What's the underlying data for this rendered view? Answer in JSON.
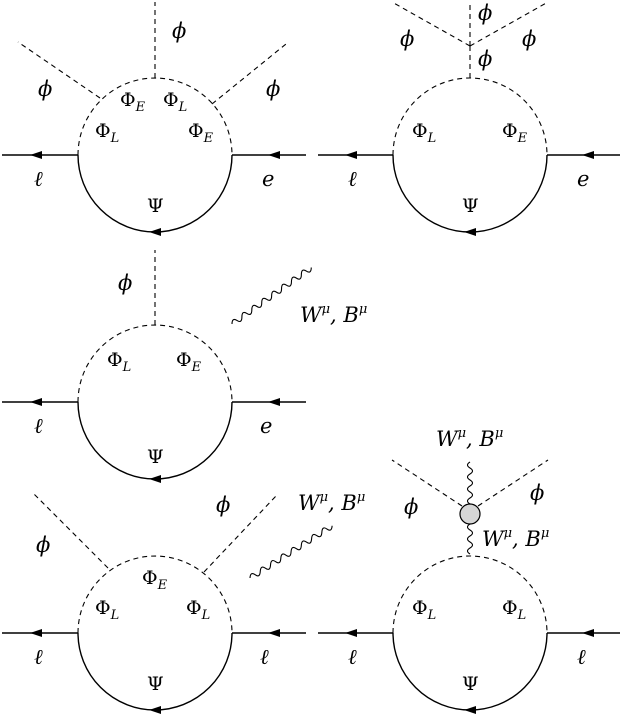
{
  "diagrams": [
    {
      "id": "d1",
      "labels": {
        "scalar_top": "ϕ",
        "scalar_left": "ϕ",
        "scalar_right": "ϕ",
        "loop_tl": "Φ",
        "loop_tl_sub": "E",
        "loop_tr": "Φ",
        "loop_tr_sub": "L",
        "loop_l": "Φ",
        "loop_l_sub": "L",
        "loop_r": "Φ",
        "loop_r_sub": "E",
        "fermion_loop": "Ψ",
        "ext_left": "ℓ",
        "ext_right": "e"
      }
    },
    {
      "id": "d2",
      "labels": {
        "scalar_a": "ϕ",
        "scalar_b": "ϕ",
        "scalar_c": "ϕ",
        "scalar_d": "ϕ",
        "loop_l": "Φ",
        "loop_l_sub": "L",
        "loop_r": "Φ",
        "loop_r_sub": "E",
        "fermion_loop": "Ψ",
        "ext_left": "ℓ",
        "ext_right": "e"
      }
    },
    {
      "id": "d3",
      "labels": {
        "scalar_top": "ϕ",
        "gauge": "W",
        "gauge_sup": "μ",
        "gauge_sep": ", ",
        "gauge2": "B",
        "gauge2_sup": "μ",
        "loop_l": "Φ",
        "loop_l_sub": "L",
        "loop_r": "Φ",
        "loop_r_sub": "E",
        "fermion_loop": "Ψ",
        "ext_left": "ℓ",
        "ext_right": "e"
      }
    },
    {
      "id": "d4",
      "labels": {
        "scalar_left": "ϕ",
        "scalar_right": "ϕ",
        "gauge": "W",
        "gauge_sup": "μ",
        "gauge_sep": ", ",
        "gauge2": "B",
        "gauge2_sup": "μ",
        "loop_top": "Φ",
        "loop_top_sub": "E",
        "loop_l": "Φ",
        "loop_l_sub": "L",
        "loop_r": "Φ",
        "loop_r_sub": "L",
        "fermion_loop": "Ψ",
        "ext_left": "ℓ",
        "ext_right": "ℓ"
      }
    },
    {
      "id": "d5",
      "labels": {
        "gauge_top": "W",
        "gauge_top_sup": "μ",
        "gauge_top_sep": ", ",
        "gauge_top2": "B",
        "gauge_top2_sup": "μ",
        "gauge_mid": "W",
        "gauge_mid_sup": "μ",
        "gauge_mid_sep": ", ",
        "gauge_mid2": "B",
        "gauge_mid2_sup": "μ",
        "scalar_left": "ϕ",
        "scalar_right": "ϕ",
        "loop_l": "Φ",
        "loop_l_sub": "L",
        "loop_r": "Φ",
        "loop_r_sub": "L",
        "fermion_loop": "Ψ",
        "ext_left": "ℓ",
        "ext_right": "ℓ"
      }
    }
  ]
}
